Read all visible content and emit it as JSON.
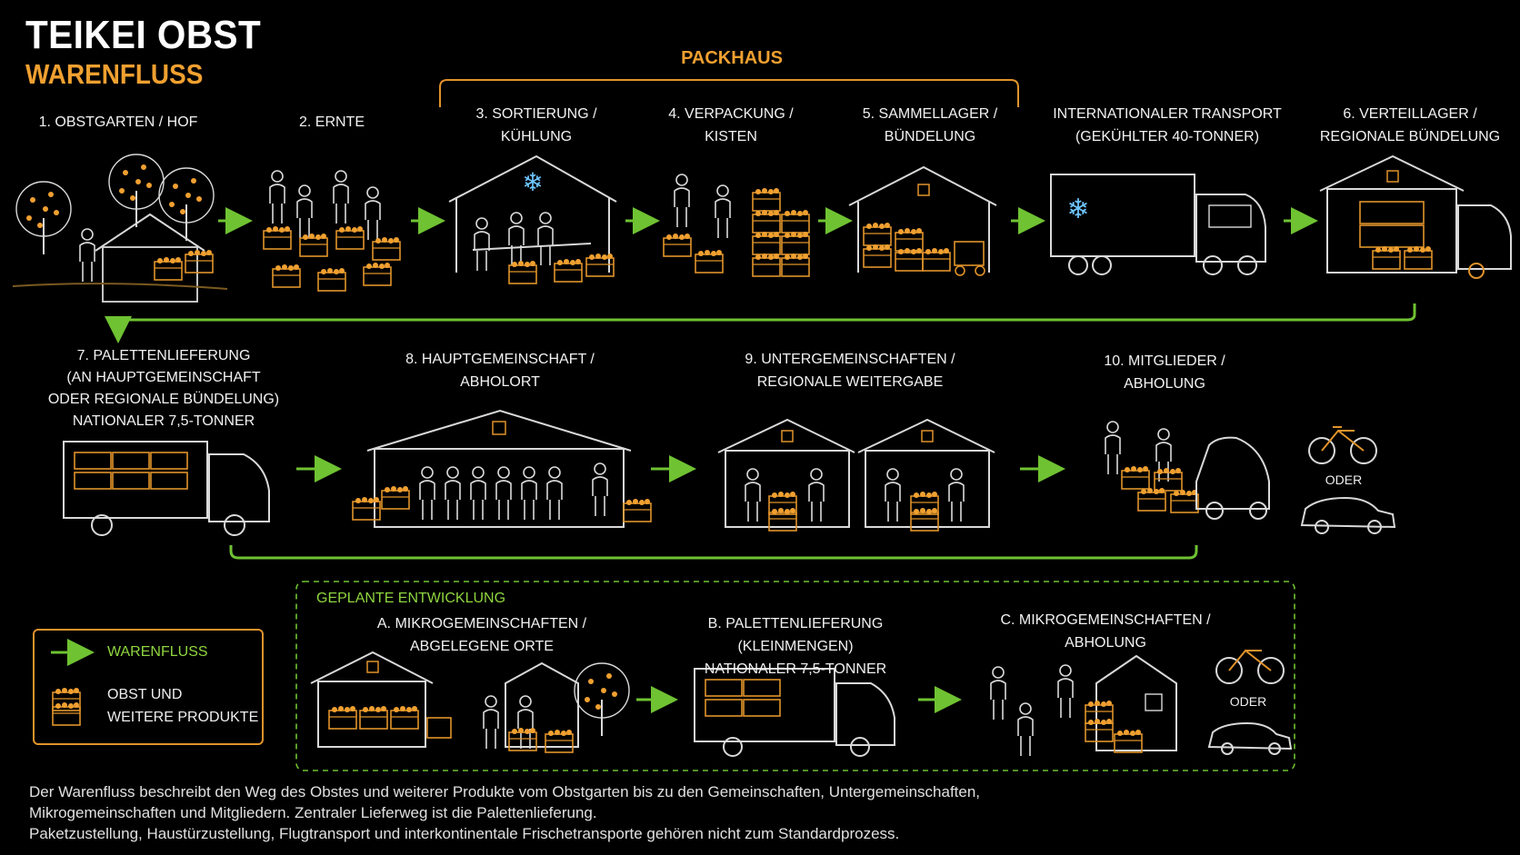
{
  "header": {
    "title": "TEIKEI OBST",
    "subtitle": "WARENFLUSS"
  },
  "packhaus_label": "PACKHAUS",
  "row1": [
    {
      "lines": [
        "1. OBSTGARTEN / HOF"
      ]
    },
    {
      "lines": [
        "2. ERNTE"
      ]
    },
    {
      "lines": [
        "3. SORTIERUNG /",
        "KÜHLUNG"
      ]
    },
    {
      "lines": [
        "4. VERPACKUNG /",
        "KISTEN"
      ]
    },
    {
      "lines": [
        "5. SAMMELLAGER /",
        "BÜNDELUNG"
      ]
    },
    {
      "lines": [
        "INTERNATIONALER TRANSPORT",
        "(GEKÜHLTER 40-TONNER)"
      ]
    },
    {
      "lines": [
        "6. VERTEILLAGER /",
        "REGIONALE BÜNDELUNG"
      ]
    }
  ],
  "row2": [
    {
      "lines": [
        "7. PALETTENLIEFERUNG",
        "(AN HAUPTGEMEINSCHAFT",
        "ODER REGIONALE BÜNDELUNG)",
        "NATIONALER 7,5-TONNER"
      ]
    },
    {
      "lines": [
        "8. HAUPTGEMEINSCHAFT /",
        "ABHOLORT"
      ]
    },
    {
      "lines": [
        "9. UNTERGEMEINSCHAFTEN /",
        "REGIONALE WEITERGABE"
      ]
    },
    {
      "lines": [
        "10. MITGLIEDER /",
        "ABHOLUNG"
      ]
    }
  ],
  "row2_oder": "ODER",
  "planned": {
    "title": "GEPLANTE ENTWICKLUNG",
    "steps": [
      {
        "lines": [
          "A. MIKROGEMEINSCHAFTEN /",
          "ABGELEGENE ORTE"
        ]
      },
      {
        "lines": [
          "B. PALETTENLIEFERUNG (KLEINMENGEN)",
          "NATIONALER 7,5-TONNER"
        ]
      },
      {
        "lines": [
          "C. MIKROGEMEINSCHAFTEN /",
          "ABHOLUNG"
        ]
      }
    ],
    "oder": "ODER"
  },
  "legend": {
    "flow_label": "WARENFLUSS",
    "goods_lines": [
      "OBST UND",
      "WEITERE PRODUKTE"
    ]
  },
  "footer": {
    "lines": [
      "Der Warenfluss beschreibt den Weg des Obstes und weiterer Produkte vom Obstgarten bis zu den Gemeinschaften, Untergemeinschaften,",
      "Mikrogemeinschaften und Mitgliedern. Zentraler Lieferweg ist die Palettenlieferung.",
      "Paketzustellung, Haustürzustellung, Flugtransport und interkontinentale Frischetransporte gehören nicht zum Standardprozess."
    ]
  },
  "colors": {
    "background": "#000000",
    "flow_arrow": "#6fc232",
    "accent_orange": "#f0a030",
    "line_art": "#d9d9d9",
    "cool_blue": "#6fc6ff"
  },
  "icons": [
    "orchard-icon",
    "harvest-icon",
    "cooling-hall-icon",
    "packing-icon",
    "warehouse-icon",
    "truck-40t-icon",
    "distribution-center-icon",
    "truck-7-5t-icon",
    "community-hall-icon",
    "sub-community-icon",
    "member-pickup-icon",
    "bicycle-icon",
    "car-icon",
    "crate-icon"
  ]
}
